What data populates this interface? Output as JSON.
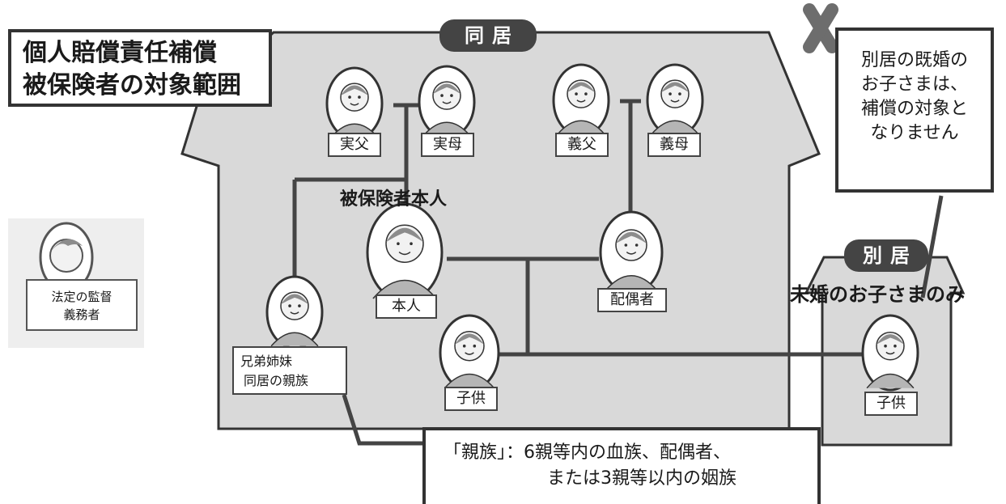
{
  "title": {
    "line1": "個人賠償責任補償",
    "line2": "被保険者の対象範囲"
  },
  "houses": {
    "main_label": "同居",
    "separate_label": "別居"
  },
  "note": {
    "lines": [
      "別居の既婚の",
      "お子さまは、",
      "補償の対象と",
      "なりません"
    ]
  },
  "labels": {
    "insured_self": "被保険者本人",
    "unmarried_only": "未婚のお子さまのみ"
  },
  "persons": {
    "real_father": "実父",
    "real_mother": "実母",
    "in_law_father": "義父",
    "in_law_mother": "義母",
    "self": "本人",
    "spouse": "配偶者",
    "child": "子供",
    "separate_child": "子供"
  },
  "siblings": {
    "line1": "兄弟姉妹",
    "line2": "同居の親族"
  },
  "guardian": {
    "line1": "法定の監督",
    "line2": "義務者"
  },
  "definition": {
    "line1": "「親族」：6親等内の血族、配偶者、",
    "line2": "または3親等以内の姻族"
  },
  "colors": {
    "house_fill": "#d9d9d9",
    "outline": "#333333",
    "tag_fill": "#444444",
    "cross": "#6d6d6d",
    "face": "#f2f2f2",
    "hair": "#8c8c8c"
  }
}
